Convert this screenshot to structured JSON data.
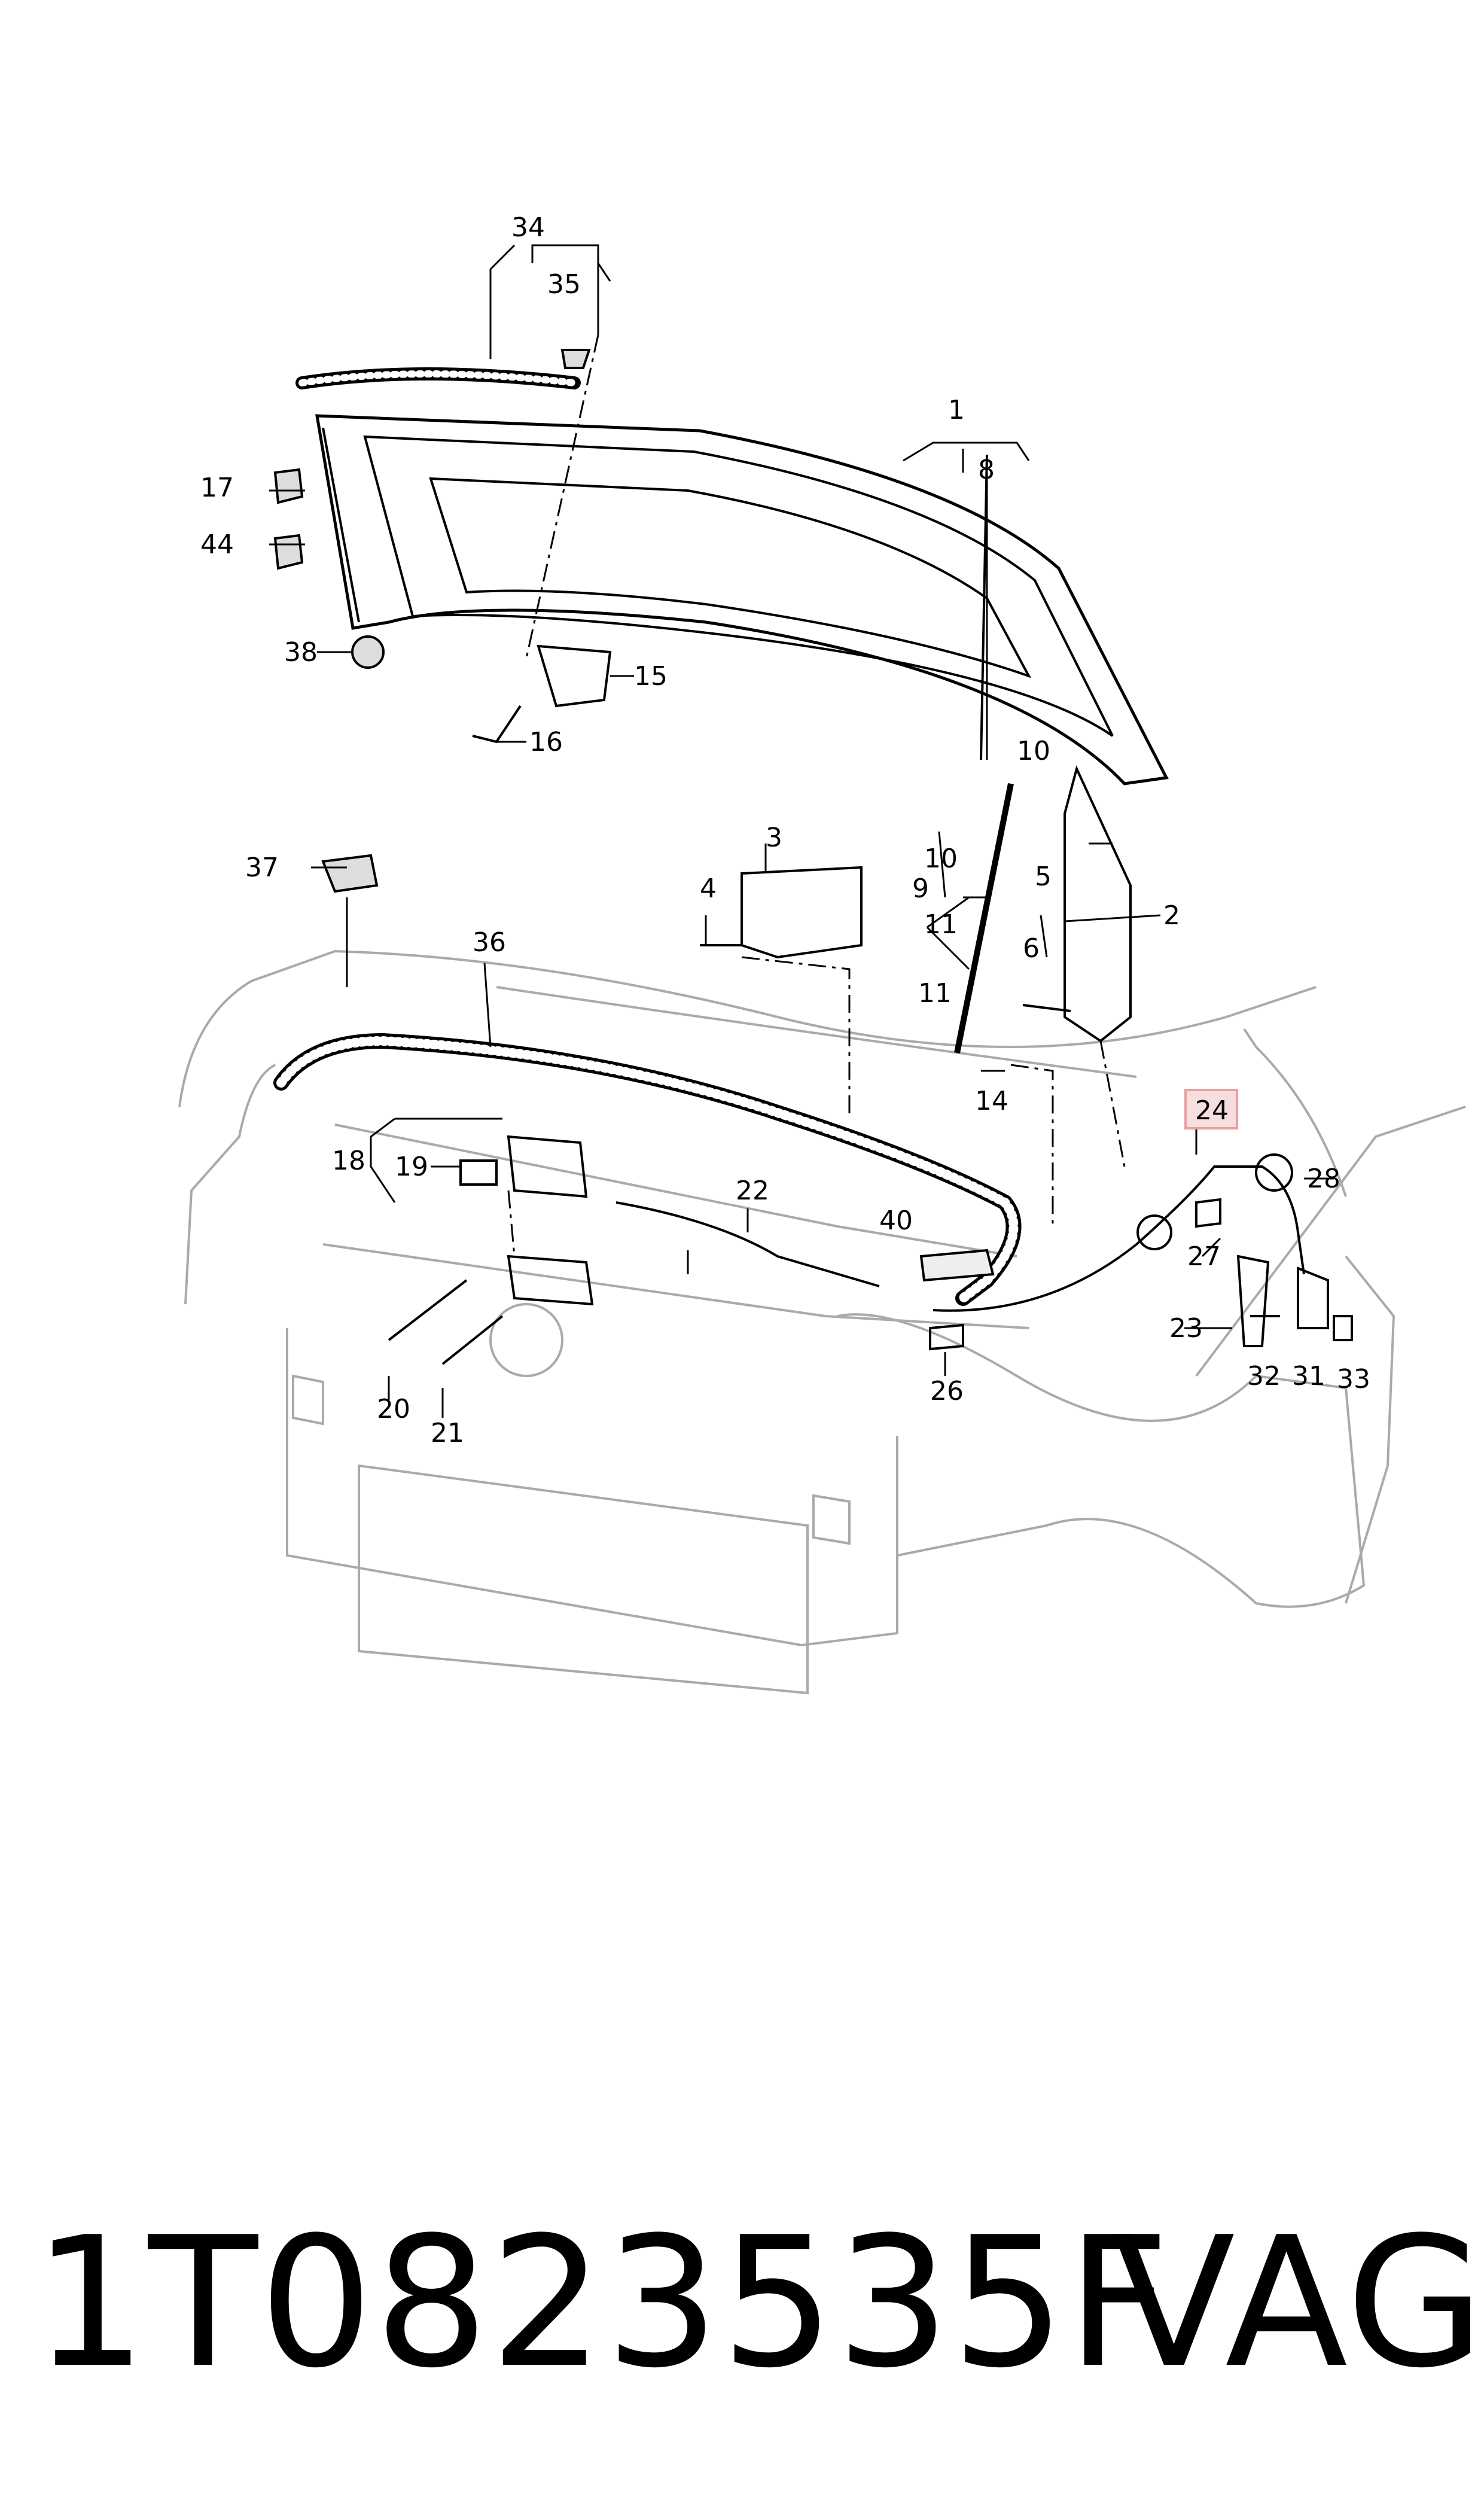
{
  "diagram": {
    "highlight_color": "#e8a0a0",
    "callouts": [
      {
        "id": "c1",
        "text": "1"
      },
      {
        "id": "c2",
        "text": "2"
      },
      {
        "id": "c3",
        "text": "3"
      },
      {
        "id": "c4",
        "text": "4"
      },
      {
        "id": "c5",
        "text": "5"
      },
      {
        "id": "c6",
        "text": "6"
      },
      {
        "id": "c8",
        "text": "8"
      },
      {
        "id": "c9",
        "text": "9"
      },
      {
        "id": "c10a",
        "text": "10"
      },
      {
        "id": "c10b",
        "text": "10"
      },
      {
        "id": "c11a",
        "text": "11"
      },
      {
        "id": "c11b",
        "text": "11"
      },
      {
        "id": "c14",
        "text": "14"
      },
      {
        "id": "c15",
        "text": "15"
      },
      {
        "id": "c16",
        "text": "16"
      },
      {
        "id": "c17",
        "text": "17"
      },
      {
        "id": "c18",
        "text": "18"
      },
      {
        "id": "c19",
        "text": "19"
      },
      {
        "id": "c20",
        "text": "20"
      },
      {
        "id": "c21",
        "text": "21"
      },
      {
        "id": "c22",
        "text": "22"
      },
      {
        "id": "c23",
        "text": "23"
      },
      {
        "id": "c24",
        "text": "24"
      },
      {
        "id": "c26",
        "text": "26"
      },
      {
        "id": "c27",
        "text": "27"
      },
      {
        "id": "c28",
        "text": "28"
      },
      {
        "id": "c31",
        "text": "31"
      },
      {
        "id": "c32",
        "text": "32"
      },
      {
        "id": "c33",
        "text": "33"
      },
      {
        "id": "c34",
        "text": "34"
      },
      {
        "id": "c35",
        "text": "35"
      },
      {
        "id": "c36",
        "text": "36"
      },
      {
        "id": "c37",
        "text": "37"
      },
      {
        "id": "c38",
        "text": "38"
      },
      {
        "id": "c40",
        "text": "40"
      },
      {
        "id": "c44",
        "text": "44"
      }
    ]
  },
  "footer": {
    "part_number": "1T0823535F",
    "brand": "VAG"
  }
}
